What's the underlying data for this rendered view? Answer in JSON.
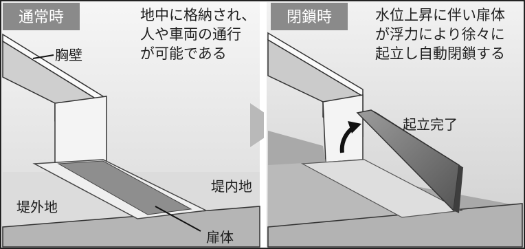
{
  "panels": [
    {
      "tag": "通常時",
      "description_lines": [
        "地中に格納され、",
        "人や車両の通行",
        "が可能である"
      ],
      "labels": {
        "wall": "胸壁",
        "outside": "堤外地",
        "inside": "堤内地",
        "gate": "扉体"
      }
    },
    {
      "tag": "閉鎖時",
      "description_lines": [
        "水位上昇に伴い扉体",
        "が浮力により徐々に",
        "起立し自動閉鎖する"
      ],
      "labels": {
        "complete": "起立完了"
      }
    }
  ],
  "colors": {
    "tag_bg": "#8a8a8a",
    "panel_bg": "#ececec",
    "ground": "#a8a8a8",
    "water": "#9a9a9a",
    "wall_face": "#f2f2f2",
    "gate_dark": "#6d6d6d",
    "arrow": "#b9b9b9"
  }
}
